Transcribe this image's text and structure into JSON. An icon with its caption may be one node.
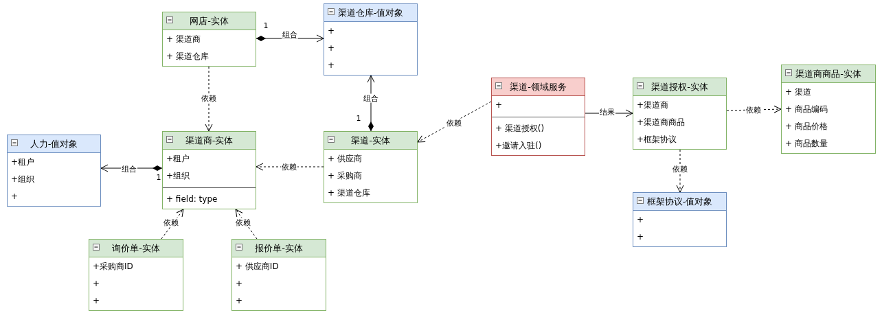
{
  "diagram": {
    "nodes": [
      {
        "text": [
          "网店-实体",
          "+ 渠道商",
          "+ 渠道仓库"
        ]
      },
      {
        "text": [
          "渠道仓库-值对象",
          "+",
          "+",
          "+"
        ]
      },
      {
        "text": [
          "渠道-领域服务",
          "+",
          "+ 渠道授权()",
          "+邀请入驻()"
        ]
      },
      {
        "text": [
          "渠道授权-实体",
          "+渠道商",
          "+渠道商商品",
          "+框架协议"
        ]
      },
      {
        "text": [
          "渠道商商品-实体",
          "+ 渠道",
          "+ 商品编码",
          "+ 商品价格",
          "+ 商品数量"
        ]
      },
      {
        "text": [
          "人力-值对象",
          "+租户",
          "+组织",
          "+"
        ]
      },
      {
        "text": [
          "渠道商-实体",
          "+租户",
          "+组织",
          "+ field: type"
        ]
      },
      {
        "text": [
          "渠道-实体",
          "+ 供应商",
          "+ 采购商",
          "+ 渠道仓库"
        ]
      },
      {
        "text": [
          "框架协议-值对象",
          "+",
          "+"
        ]
      },
      {
        "text": [
          "询价单-实体",
          "+采购商ID",
          "+",
          "+"
        ]
      },
      {
        "text": [
          "报价单-实体",
          "+ 供应商ID",
          "+",
          "+"
        ]
      }
    ],
    "edges": [
      {
        "from": 0,
        "to": 1,
        "arrow": "to",
        "label": "组合"
      },
      {
        "from": 0,
        "to": 6,
        "arrow": "to",
        "label": "依赖",
        "style": "dashed"
      },
      {
        "from": 7,
        "to": 1,
        "arrow": "to",
        "label": "组合"
      },
      {
        "from": 2,
        "to": 7,
        "arrow": "to",
        "label": "依赖",
        "style": "dashed"
      },
      {
        "from": 2,
        "to": 3,
        "arrow": "to",
        "label": "结果"
      },
      {
        "from": 3,
        "to": 4,
        "arrow": "to",
        "label": "依赖",
        "style": "dashed"
      },
      {
        "from": 3,
        "to": 8,
        "arrow": "to",
        "label": "依赖",
        "style": "dashed"
      },
      {
        "from": 7,
        "to": 6,
        "arrow": "to",
        "label": "依赖",
        "style": "dashed"
      },
      {
        "from": 6,
        "to": 5,
        "arrow": "to",
        "label": "组合"
      },
      {
        "from": 9,
        "to": 6,
        "arrow": "to",
        "label": "依赖",
        "style": "dashed"
      },
      {
        "from": 10,
        "to": 6,
        "arrow": "to",
        "label": "依赖",
        "style": "dashed"
      }
    ],
    "labels": [
      "1",
      "1",
      "1"
    ]
  }
}
